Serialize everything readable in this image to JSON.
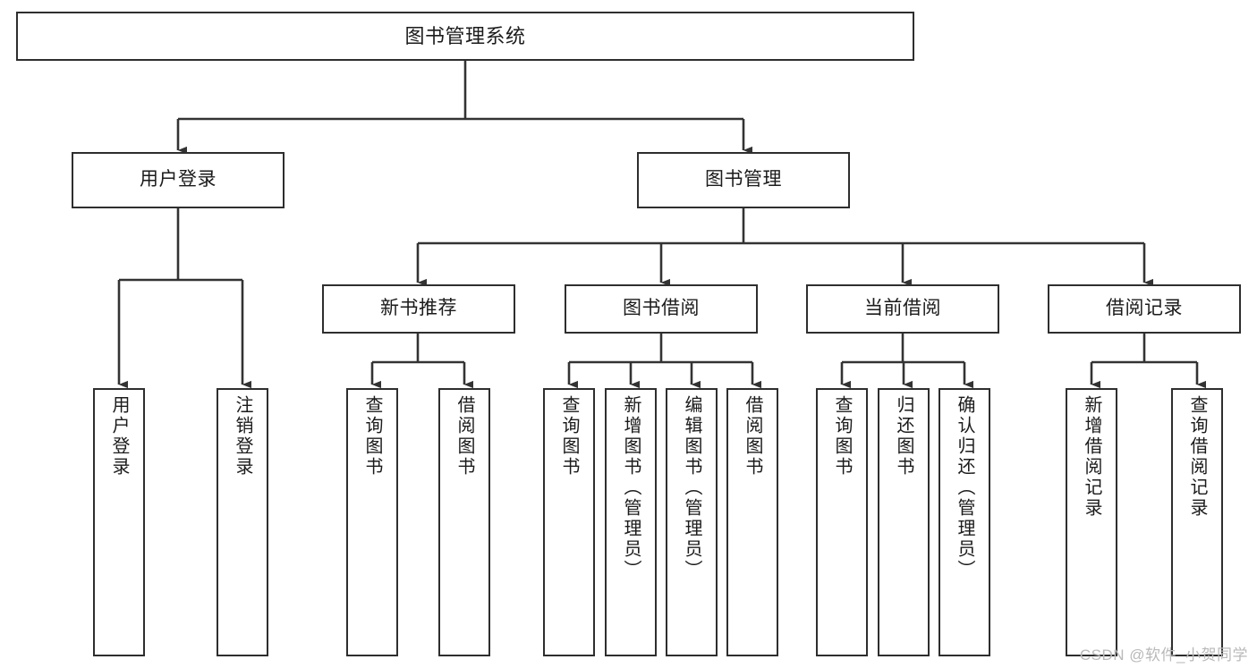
{
  "diagram": {
    "title": "图书管理系统",
    "type": "tree-hierarchy-diagram",
    "colors": {
      "background": "#ffffff",
      "node_border": "#2e2e2e",
      "node_fill": "#ffffff",
      "connector": "#333333",
      "text": "#1b1b1b",
      "watermark": "#b9b9b9"
    },
    "root": {
      "label": "图书管理系统"
    },
    "level2": [
      {
        "label": "用户登录"
      },
      {
        "label": "图书管理"
      }
    ],
    "level3": [
      {
        "label": "新书推荐"
      },
      {
        "label": "图书借阅"
      },
      {
        "label": "当前借阅"
      },
      {
        "label": "借阅记录"
      }
    ],
    "leaves": {
      "user_login": [
        {
          "label": "用户登录"
        },
        {
          "label": "注销登录"
        }
      ],
      "new_book_recommend": [
        {
          "label": "查询图书"
        },
        {
          "label": "借阅图书"
        }
      ],
      "book_borrow": [
        {
          "label": "查询图书"
        },
        {
          "label": "新增图书（管理员）"
        },
        {
          "label": "编辑图书（管理员）"
        },
        {
          "label": "借阅图书"
        }
      ],
      "current_borrow": [
        {
          "label": "查询图书"
        },
        {
          "label": "归还图书"
        },
        {
          "label": "确认归还（管理员）"
        }
      ],
      "borrow_record": [
        {
          "label": "新增借阅记录"
        },
        {
          "label": "查询借阅记录"
        }
      ]
    },
    "watermark": "CSDN @软件_小贺同学"
  }
}
